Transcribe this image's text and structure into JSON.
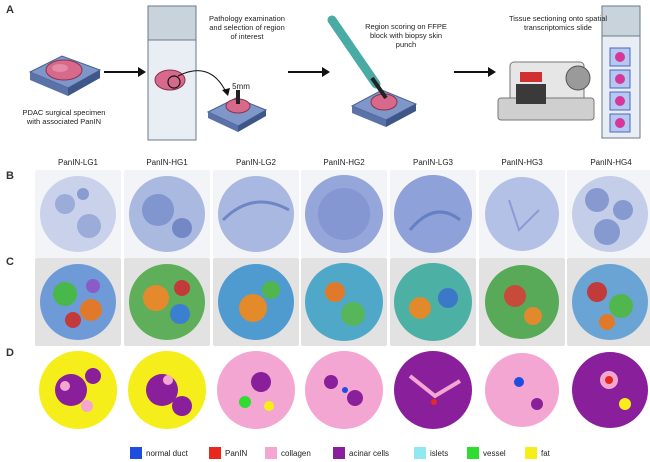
{
  "panels": {
    "a": "A",
    "b": "B",
    "c": "C",
    "d": "D"
  },
  "workflow": {
    "step1": "PDAC surgical specimen with associated PanIN",
    "step2": "Pathology examination and selection of region of interest",
    "scale_label": "5mm",
    "step3": "Region scoring on FFPE block with biopsy skin punch",
    "step4": "Tissue sectioning onto spatial transcriptomics slide"
  },
  "columns": [
    "PanIN-LG1",
    "PanIN-HG1",
    "PanIN-LG2",
    "PanIN-HG2",
    "PanIN-LG3",
    "PanIN-HG3",
    "PanIN-HG4"
  ],
  "legend": [
    {
      "label": "normal duct",
      "color": "#1f4de0"
    },
    {
      "label": "PanIN",
      "color": "#e8281e"
    },
    {
      "label": "collagen",
      "color": "#f4a6d2"
    },
    {
      "label": "acinar cells",
      "color": "#8a1f9b"
    },
    {
      "label": "islets",
      "color": "#8fe8f2"
    },
    {
      "label": "vessel",
      "color": "#2fdc2f"
    },
    {
      "label": "fat",
      "color": "#f5ee1a"
    }
  ],
  "colors": {
    "he_bg": "#b8c4e2",
    "he_tissue": "#5e78bf",
    "cluster_bg": "#e2e2e2"
  }
}
